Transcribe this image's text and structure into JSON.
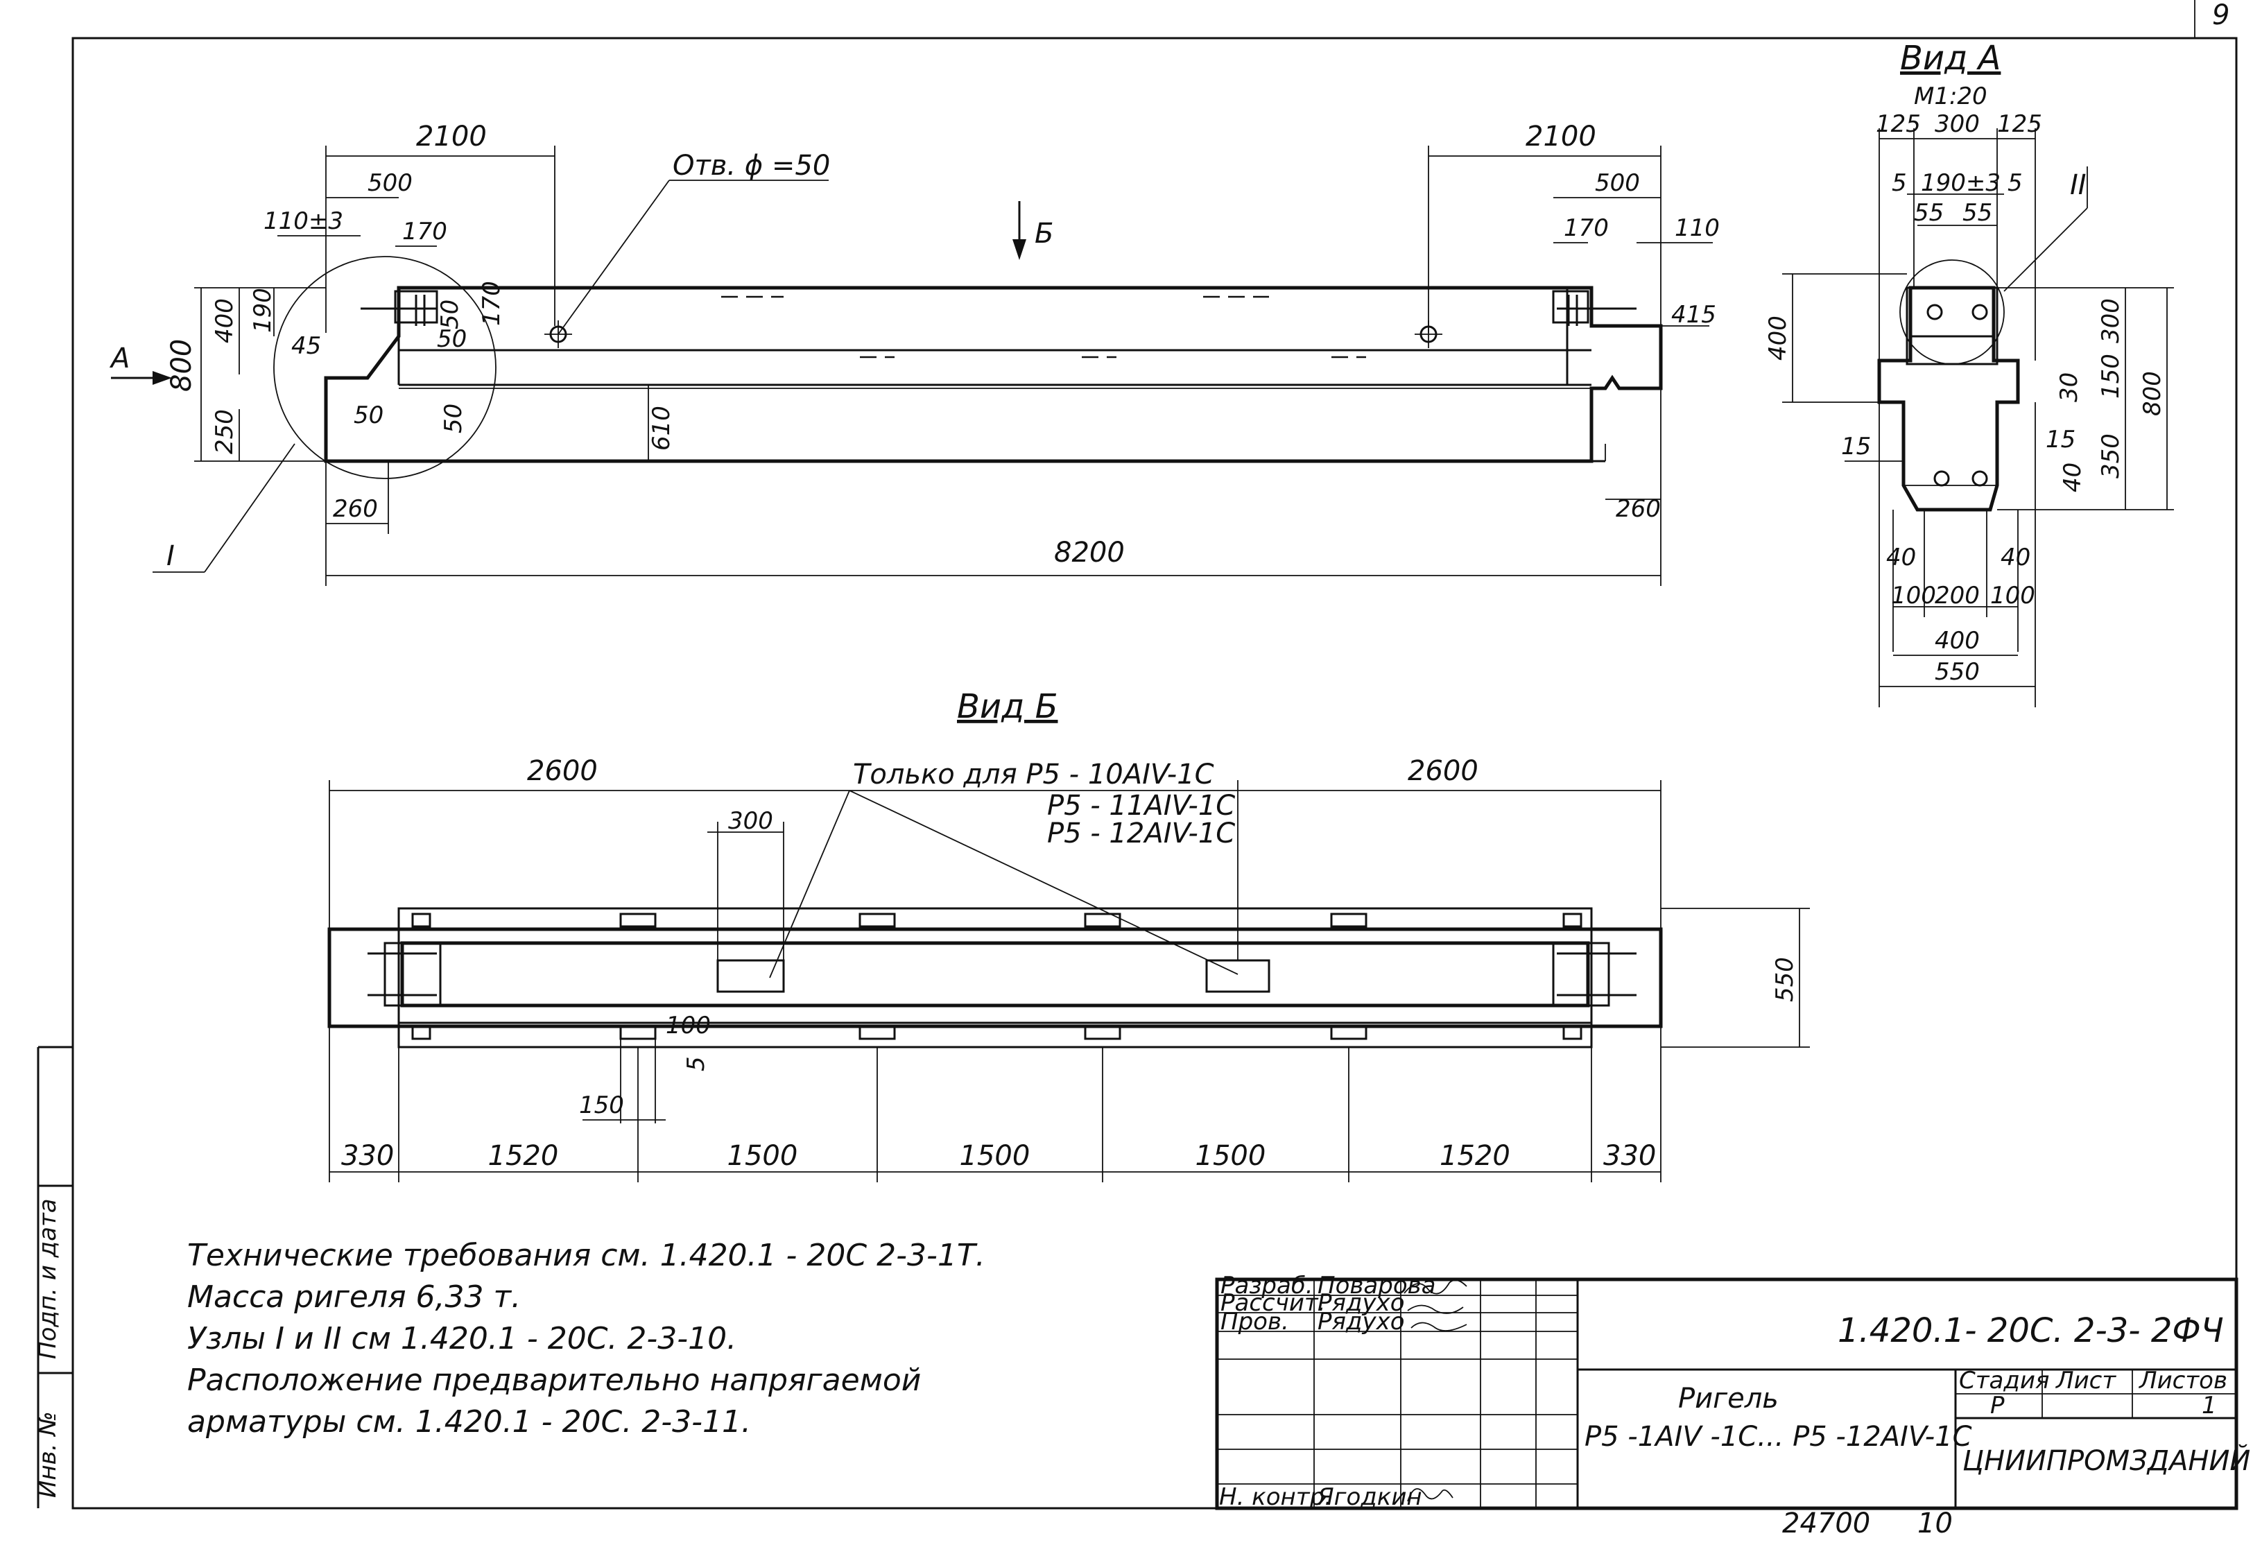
{
  "sheet": {
    "page_number": "9",
    "archive_number": "24700",
    "archive_sheet": "10"
  },
  "front_view": {
    "hole_label": "Отв. ϕ =50",
    "view_arrow_label": "Б",
    "view_a_arrow_label": "А",
    "node1_label": "I",
    "dims": {
      "d2100_left": "2100",
      "d500_left": "500",
      "d110_left": "110±3",
      "d170_left": "170",
      "d190": "190",
      "d400": "400",
      "d800": "800",
      "d250": "250",
      "d45": "45",
      "d50a": "50",
      "d50b": "50",
      "d50c": "50",
      "d50d": "50",
      "d170_small": "170",
      "d260_left": "260",
      "d610": "610",
      "d8200": "8200",
      "d2100_right": "2100",
      "d500_right": "500",
      "d170_right": "170",
      "d110_right": "110",
      "d415": "415",
      "d260_right": "260"
    }
  },
  "view_a": {
    "title": "Вид А",
    "scale": "М1:20",
    "node2_label": "II",
    "dims": {
      "d125a": "125",
      "d300": "300",
      "d125b": "125",
      "d5a": "5",
      "d190_3": "190±3",
      "d5b": "5",
      "d55a": "55",
      "d55b": "55",
      "d400": "400",
      "d300_r": "300",
      "d800": "800",
      "d30": "30",
      "d150": "150",
      "d15a": "15",
      "d15b": "15",
      "d350": "350",
      "d40r": "40",
      "d40a": "40",
      "d40b": "40",
      "d100a": "100",
      "d200": "200",
      "d100b": "100",
      "d400b": "400",
      "d550": "550"
    }
  },
  "plan_view": {
    "title": "Вид Б",
    "note_line1": "Только для  Р5 - 10АIV-1С",
    "note_line2": "Р5 - 11АIV-1С",
    "note_line3": "Р5 - 12АIV-1С",
    "dims": {
      "d2600_left": "2600",
      "d2600_right": "2600",
      "d300": "300",
      "d550": "550",
      "d100": "100",
      "d5": "5",
      "d150": "150",
      "bottom": [
        "330",
        "1520",
        "1500",
        "1500",
        "1500",
        "1520",
        "330"
      ]
    }
  },
  "notes": [
    "Технические требования  см. 1.420.1 - 20С  2-3-1Т.",
    "Масса  ригеля  6,33 т.",
    "Узлы  I  и  II  см  1.420.1 - 20С.  2-3-10.",
    "Расположение  предварительно  напрягаемой",
    "арматуры  см.  1.420.1 - 20С.  2-3-11."
  ],
  "title_block": {
    "signatures": [
      {
        "role": "Разраб.",
        "name": "Поварова"
      },
      {
        "role": "Рассчит.",
        "name": "Рядухо"
      },
      {
        "role": "Пров.",
        "name": "Рядухо"
      },
      {
        "role": "Н. контр.",
        "name": "Ягодкин"
      }
    ],
    "doc_code": "1.420.1- 20С. 2-3- 2ФЧ",
    "title_line1": "Ригель",
    "title_line2": "Р5 -1АIV -1С...  Р5 -12АIV-1С",
    "col_stage": "Стадия",
    "col_sheet": "Лист",
    "col_sheets": "Листов",
    "stage": "Р",
    "sheets": "1",
    "organization": "ЦНИИПРОМЗДАНИЙ"
  },
  "left_strip": {
    "label1": "Инв. №",
    "label2": "Подп. и дата"
  }
}
